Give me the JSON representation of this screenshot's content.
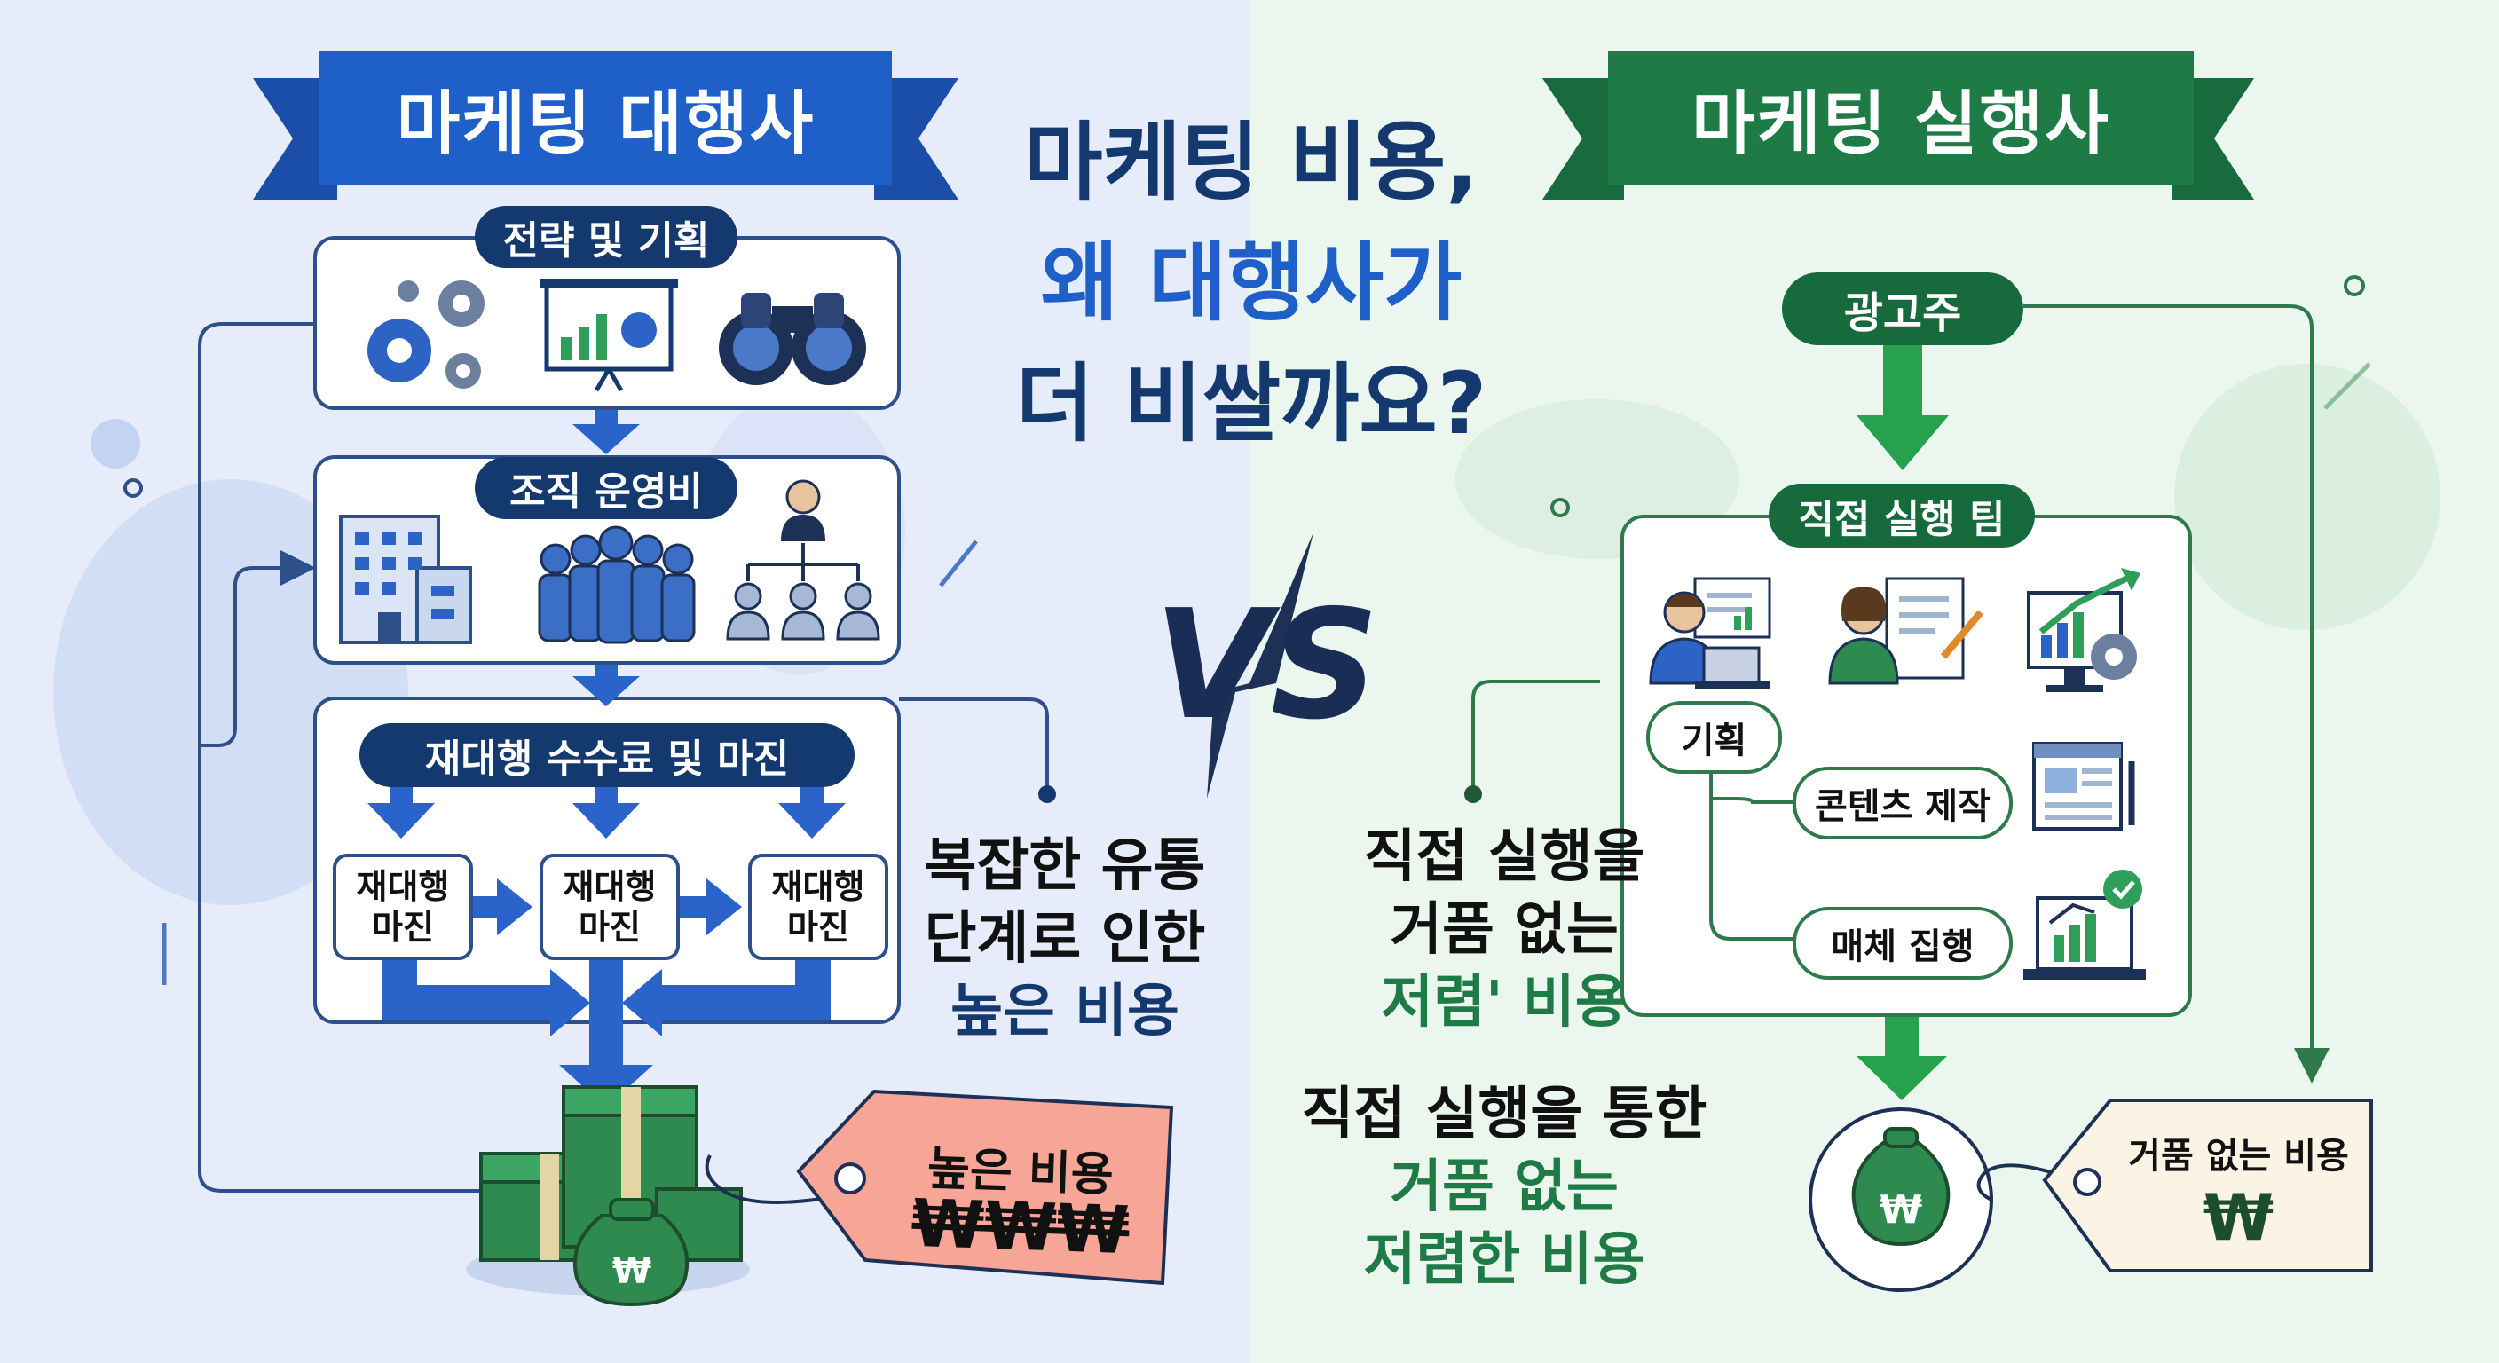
{
  "title": {
    "line1": "마케팅 비용,",
    "line2": "왜 대행사가",
    "line3": "더 비쌀까요?"
  },
  "vs_label": "VS",
  "agency": {
    "banner": "마케팅 대행사",
    "sections": {
      "strategy": "전략 및 기획",
      "operations": "조직 운영비",
      "fees": "재대행 수수료 및 마진"
    },
    "margin_boxes": [
      "재대행\n마진",
      "재대행\n마진",
      "재대행\n마진"
    ],
    "tag": {
      "label": "높은 비용",
      "symbol": "₩₩₩"
    },
    "caption": {
      "line1": "복잡한 유통",
      "line2": "단계로 인한",
      "line3": "높은 비용"
    }
  },
  "executor": {
    "banner": "마케팅 실행사",
    "advertiser": "광고주",
    "team": "직접 실행 팀",
    "steps": {
      "planning": "기획",
      "content": "콘텐츠 제작",
      "media": "매체 집행"
    },
    "tag": {
      "label": "거품 없는 비용",
      "symbol": "₩"
    },
    "caption1": {
      "line1": "직접 실행을",
      "line2": "거품 없는",
      "line3": "저렴' 비용"
    },
    "caption2": {
      "line1": "직접 실행을 통한",
      "line2": "거품 없는",
      "line3": "저렴한 비용"
    }
  },
  "icons": [
    "gears-icon",
    "presentation-chart-icon",
    "binoculars-icon",
    "office-building-icon",
    "crowd-icon",
    "org-chart-icon",
    "money-stack-icon",
    "money-bag-icon",
    "price-tag-icon",
    "worker-laptop-icon",
    "worker-document-icon",
    "monitor-chart-icon",
    "article-icon",
    "laptop-analytics-icon"
  ],
  "colors": {
    "left_bg": "#e6ecfa",
    "right_bg": "#eaf6ee",
    "navy": "#14396f",
    "blue": "#1f5fc8",
    "green": "#1e7b45",
    "dark_green": "#176a3c",
    "tag_red": "#f6a596",
    "tag_cream": "#fbf3e3"
  }
}
